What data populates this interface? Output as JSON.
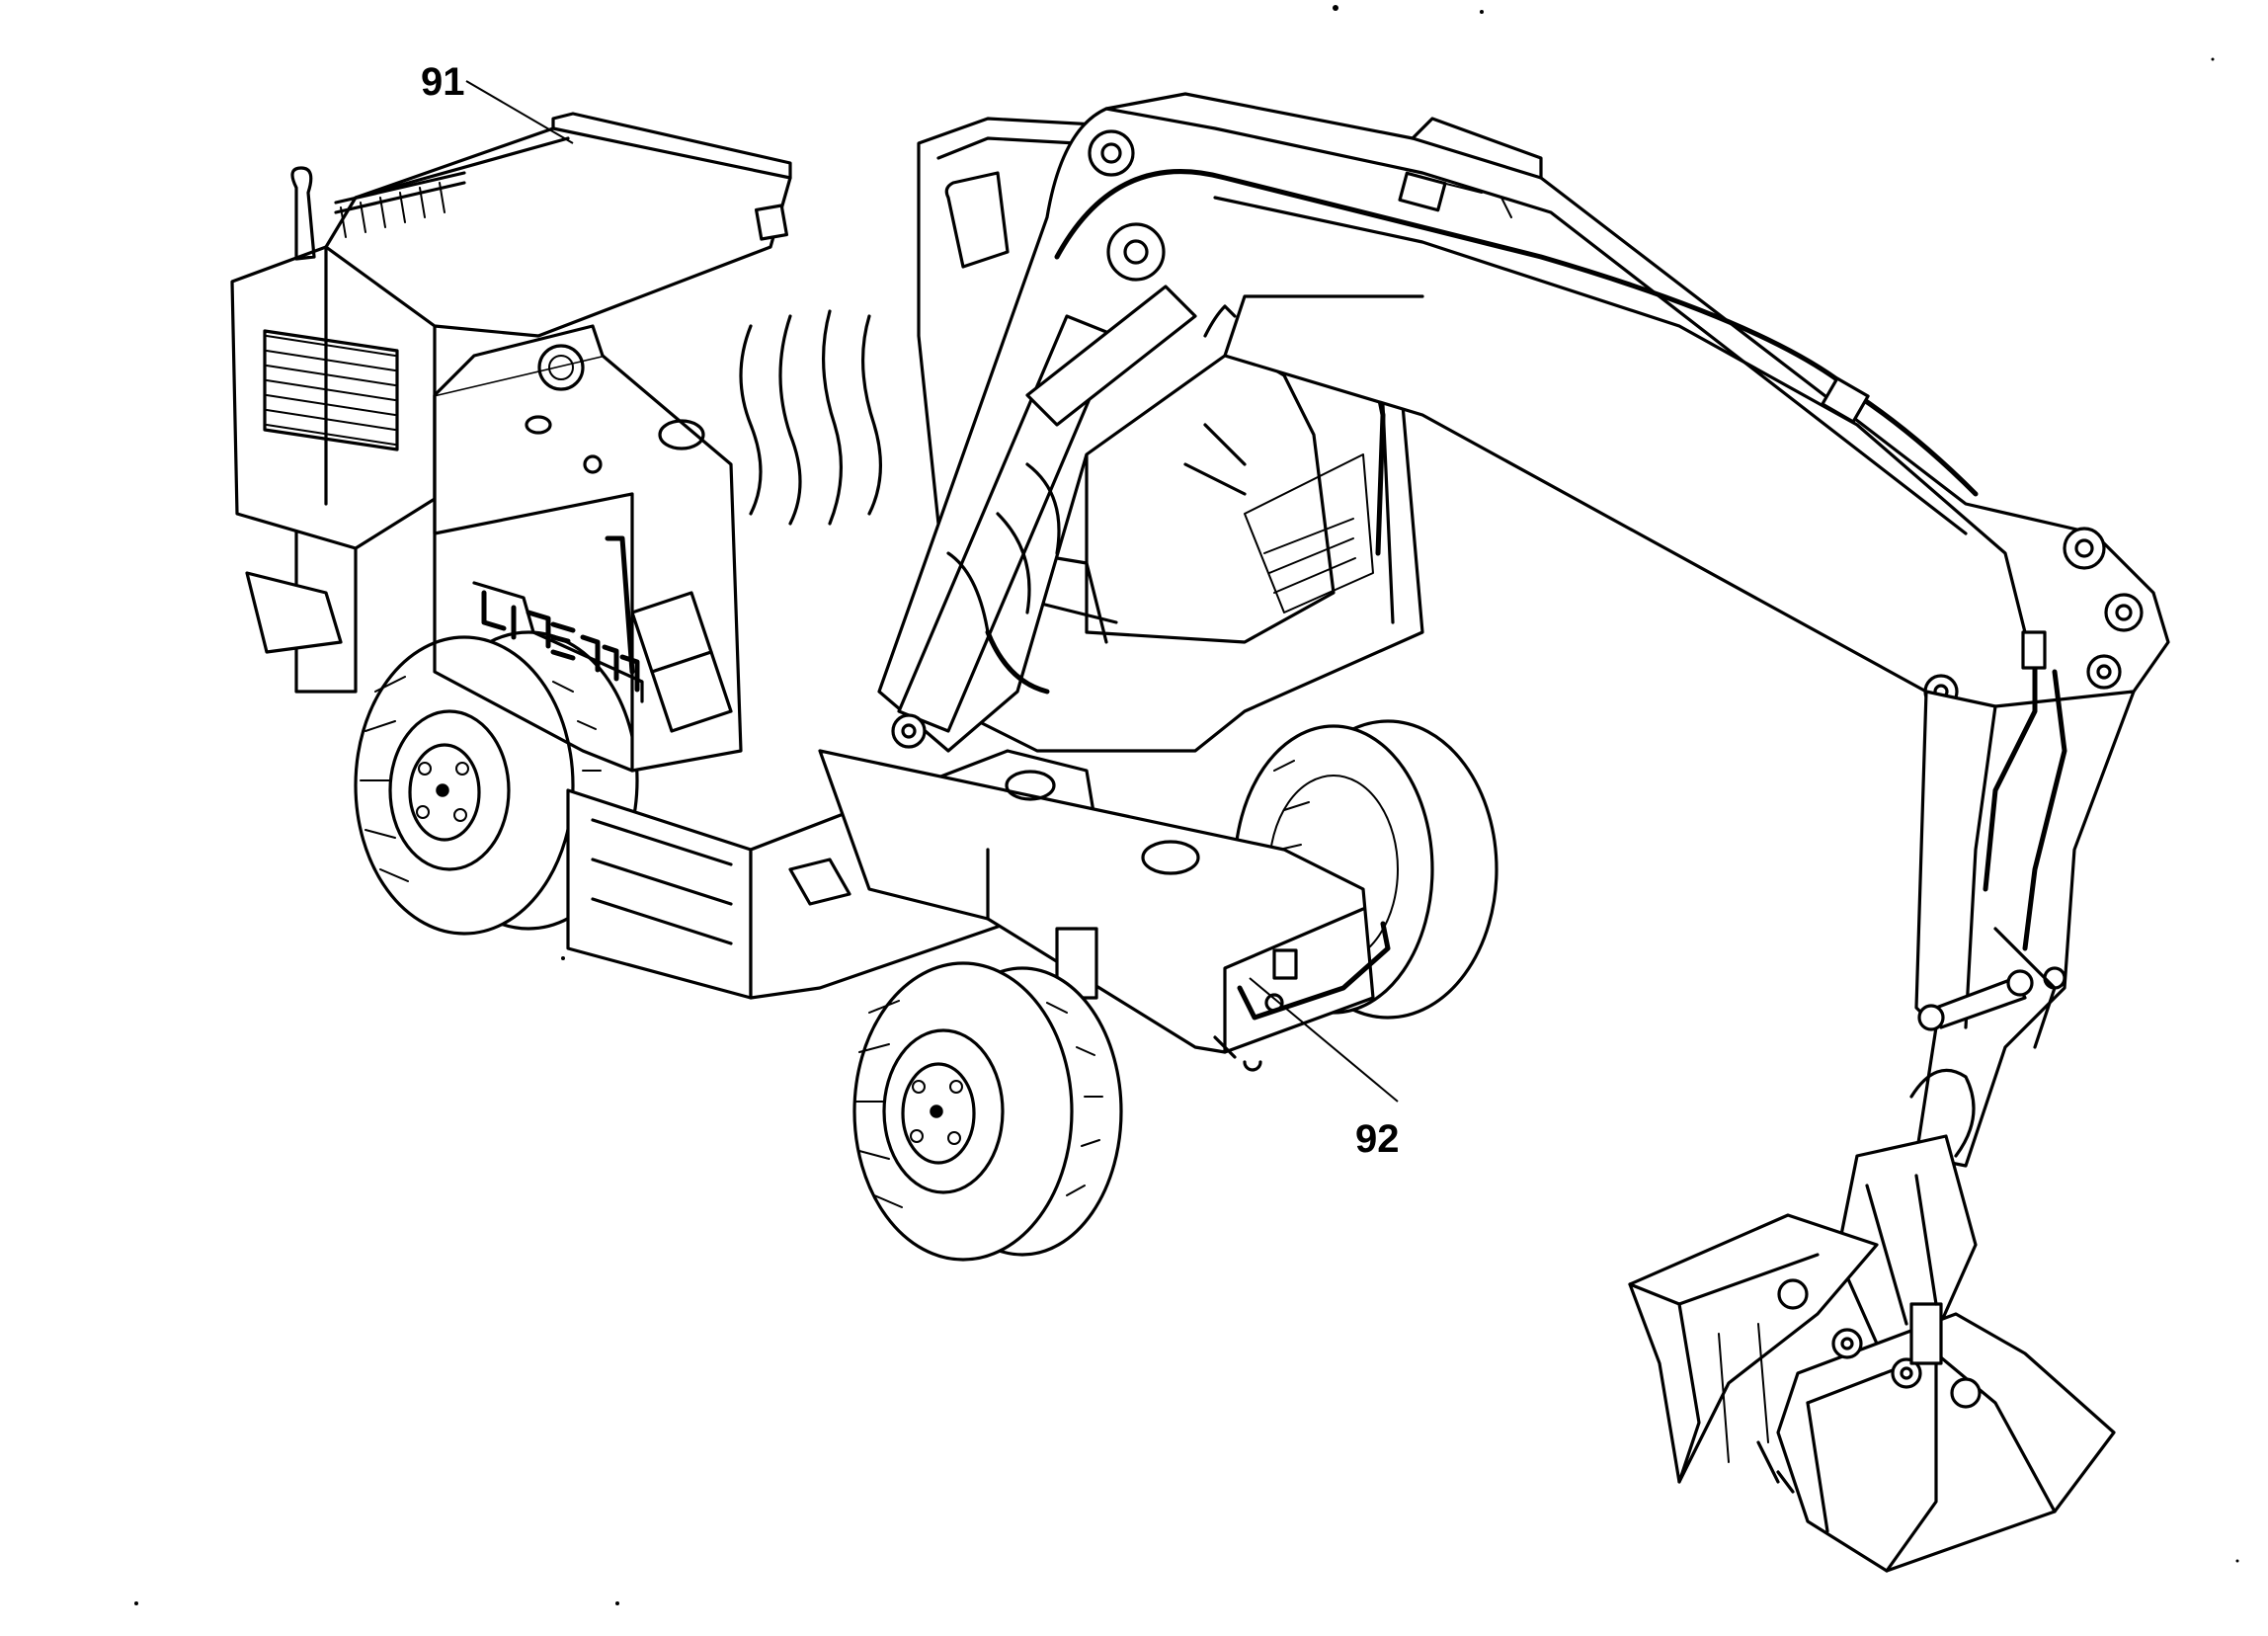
{
  "callouts": [
    {
      "id": "91",
      "label": "91"
    },
    {
      "id": "92",
      "label": "92"
    }
  ],
  "icons": {
    "main": "wheeled-excavator-with-clamshell-bucket"
  }
}
